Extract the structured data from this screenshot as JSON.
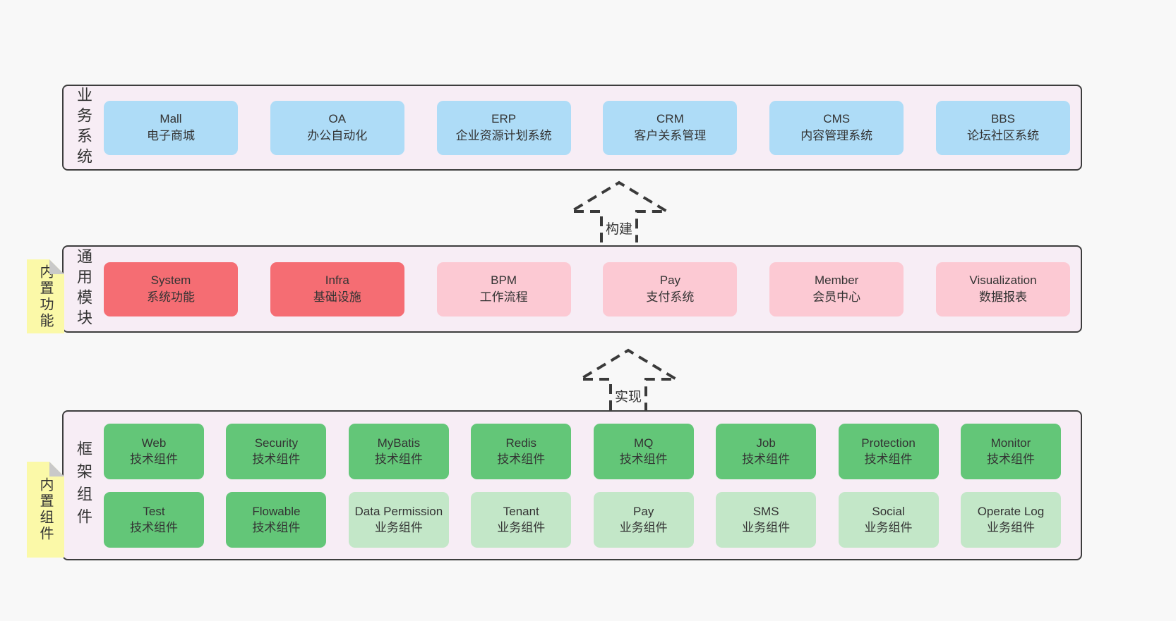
{
  "colors": {
    "page_bg": "#f8f8f8",
    "band_bg": "#f7edf5",
    "band_border": "#3d3d3d",
    "blue": "#aedcf7",
    "red": "#f56d73",
    "pink": "#fcc9d3",
    "green_dark": "#63c678",
    "green_light": "#c3e7c8",
    "yellow": "#fbf9a8",
    "fold_gray": "#c9c9c9",
    "text": "#333333",
    "arrow": "#3a3a3a"
  },
  "bands": {
    "business": {
      "label": "业务系统",
      "items": [
        {
          "title": "Mall",
          "subtitle": "电子商城",
          "variant": "blue"
        },
        {
          "title": "OA",
          "subtitle": "办公自动化",
          "variant": "blue"
        },
        {
          "title": "ERP",
          "subtitle": "企业资源计划系统",
          "variant": "blue"
        },
        {
          "title": "CRM",
          "subtitle": "客户关系管理",
          "variant": "blue"
        },
        {
          "title": "CMS",
          "subtitle": "内容管理系统",
          "variant": "blue"
        },
        {
          "title": "BBS",
          "subtitle": "论坛社区系统",
          "variant": "blue"
        }
      ]
    },
    "common": {
      "label": "通用模块",
      "items": [
        {
          "title": "System",
          "subtitle": "系统功能",
          "variant": "red"
        },
        {
          "title": "Infra",
          "subtitle": "基础设施",
          "variant": "red"
        },
        {
          "title": "BPM",
          "subtitle": "工作流程",
          "variant": "pink"
        },
        {
          "title": "Pay",
          "subtitle": "支付系统",
          "variant": "pink"
        },
        {
          "title": "Member",
          "subtitle": "会员中心",
          "variant": "pink"
        },
        {
          "title": "Visualization",
          "subtitle": "数据报表",
          "variant": "pink"
        }
      ]
    },
    "framework": {
      "label": "框架组件",
      "row1": [
        {
          "title": "Web",
          "subtitle": "技术组件",
          "variant": "green_dark"
        },
        {
          "title": "Security",
          "subtitle": "技术组件",
          "variant": "green_dark"
        },
        {
          "title": "MyBatis",
          "subtitle": "技术组件",
          "variant": "green_dark"
        },
        {
          "title": "Redis",
          "subtitle": "技术组件",
          "variant": "green_dark"
        },
        {
          "title": "MQ",
          "subtitle": "技术组件",
          "variant": "green_dark"
        },
        {
          "title": "Job",
          "subtitle": "技术组件",
          "variant": "green_dark"
        },
        {
          "title": "Protection",
          "subtitle": "技术组件",
          "variant": "green_dark"
        },
        {
          "title": "Monitor",
          "subtitle": "技术组件",
          "variant": "green_dark"
        }
      ],
      "row2": [
        {
          "title": "Test",
          "subtitle": "技术组件",
          "variant": "green_dark"
        },
        {
          "title": "Flowable",
          "subtitle": "技术组件",
          "variant": "green_dark"
        },
        {
          "title": "Data Permission",
          "subtitle": "业务组件",
          "variant": "green_light"
        },
        {
          "title": "Tenant",
          "subtitle": "业务组件",
          "variant": "green_light"
        },
        {
          "title": "Pay",
          "subtitle": "业务组件",
          "variant": "green_light"
        },
        {
          "title": "SMS",
          "subtitle": "业务组件",
          "variant": "green_light"
        },
        {
          "title": "Social",
          "subtitle": "业务组件",
          "variant": "green_light"
        },
        {
          "title": "Operate Log",
          "subtitle": "业务组件",
          "variant": "green_light"
        }
      ]
    }
  },
  "arrows": [
    {
      "label": "构建"
    },
    {
      "label": "实现"
    }
  ],
  "stickies": [
    {
      "label": "内置功能"
    },
    {
      "label": "内置组件"
    }
  ]
}
